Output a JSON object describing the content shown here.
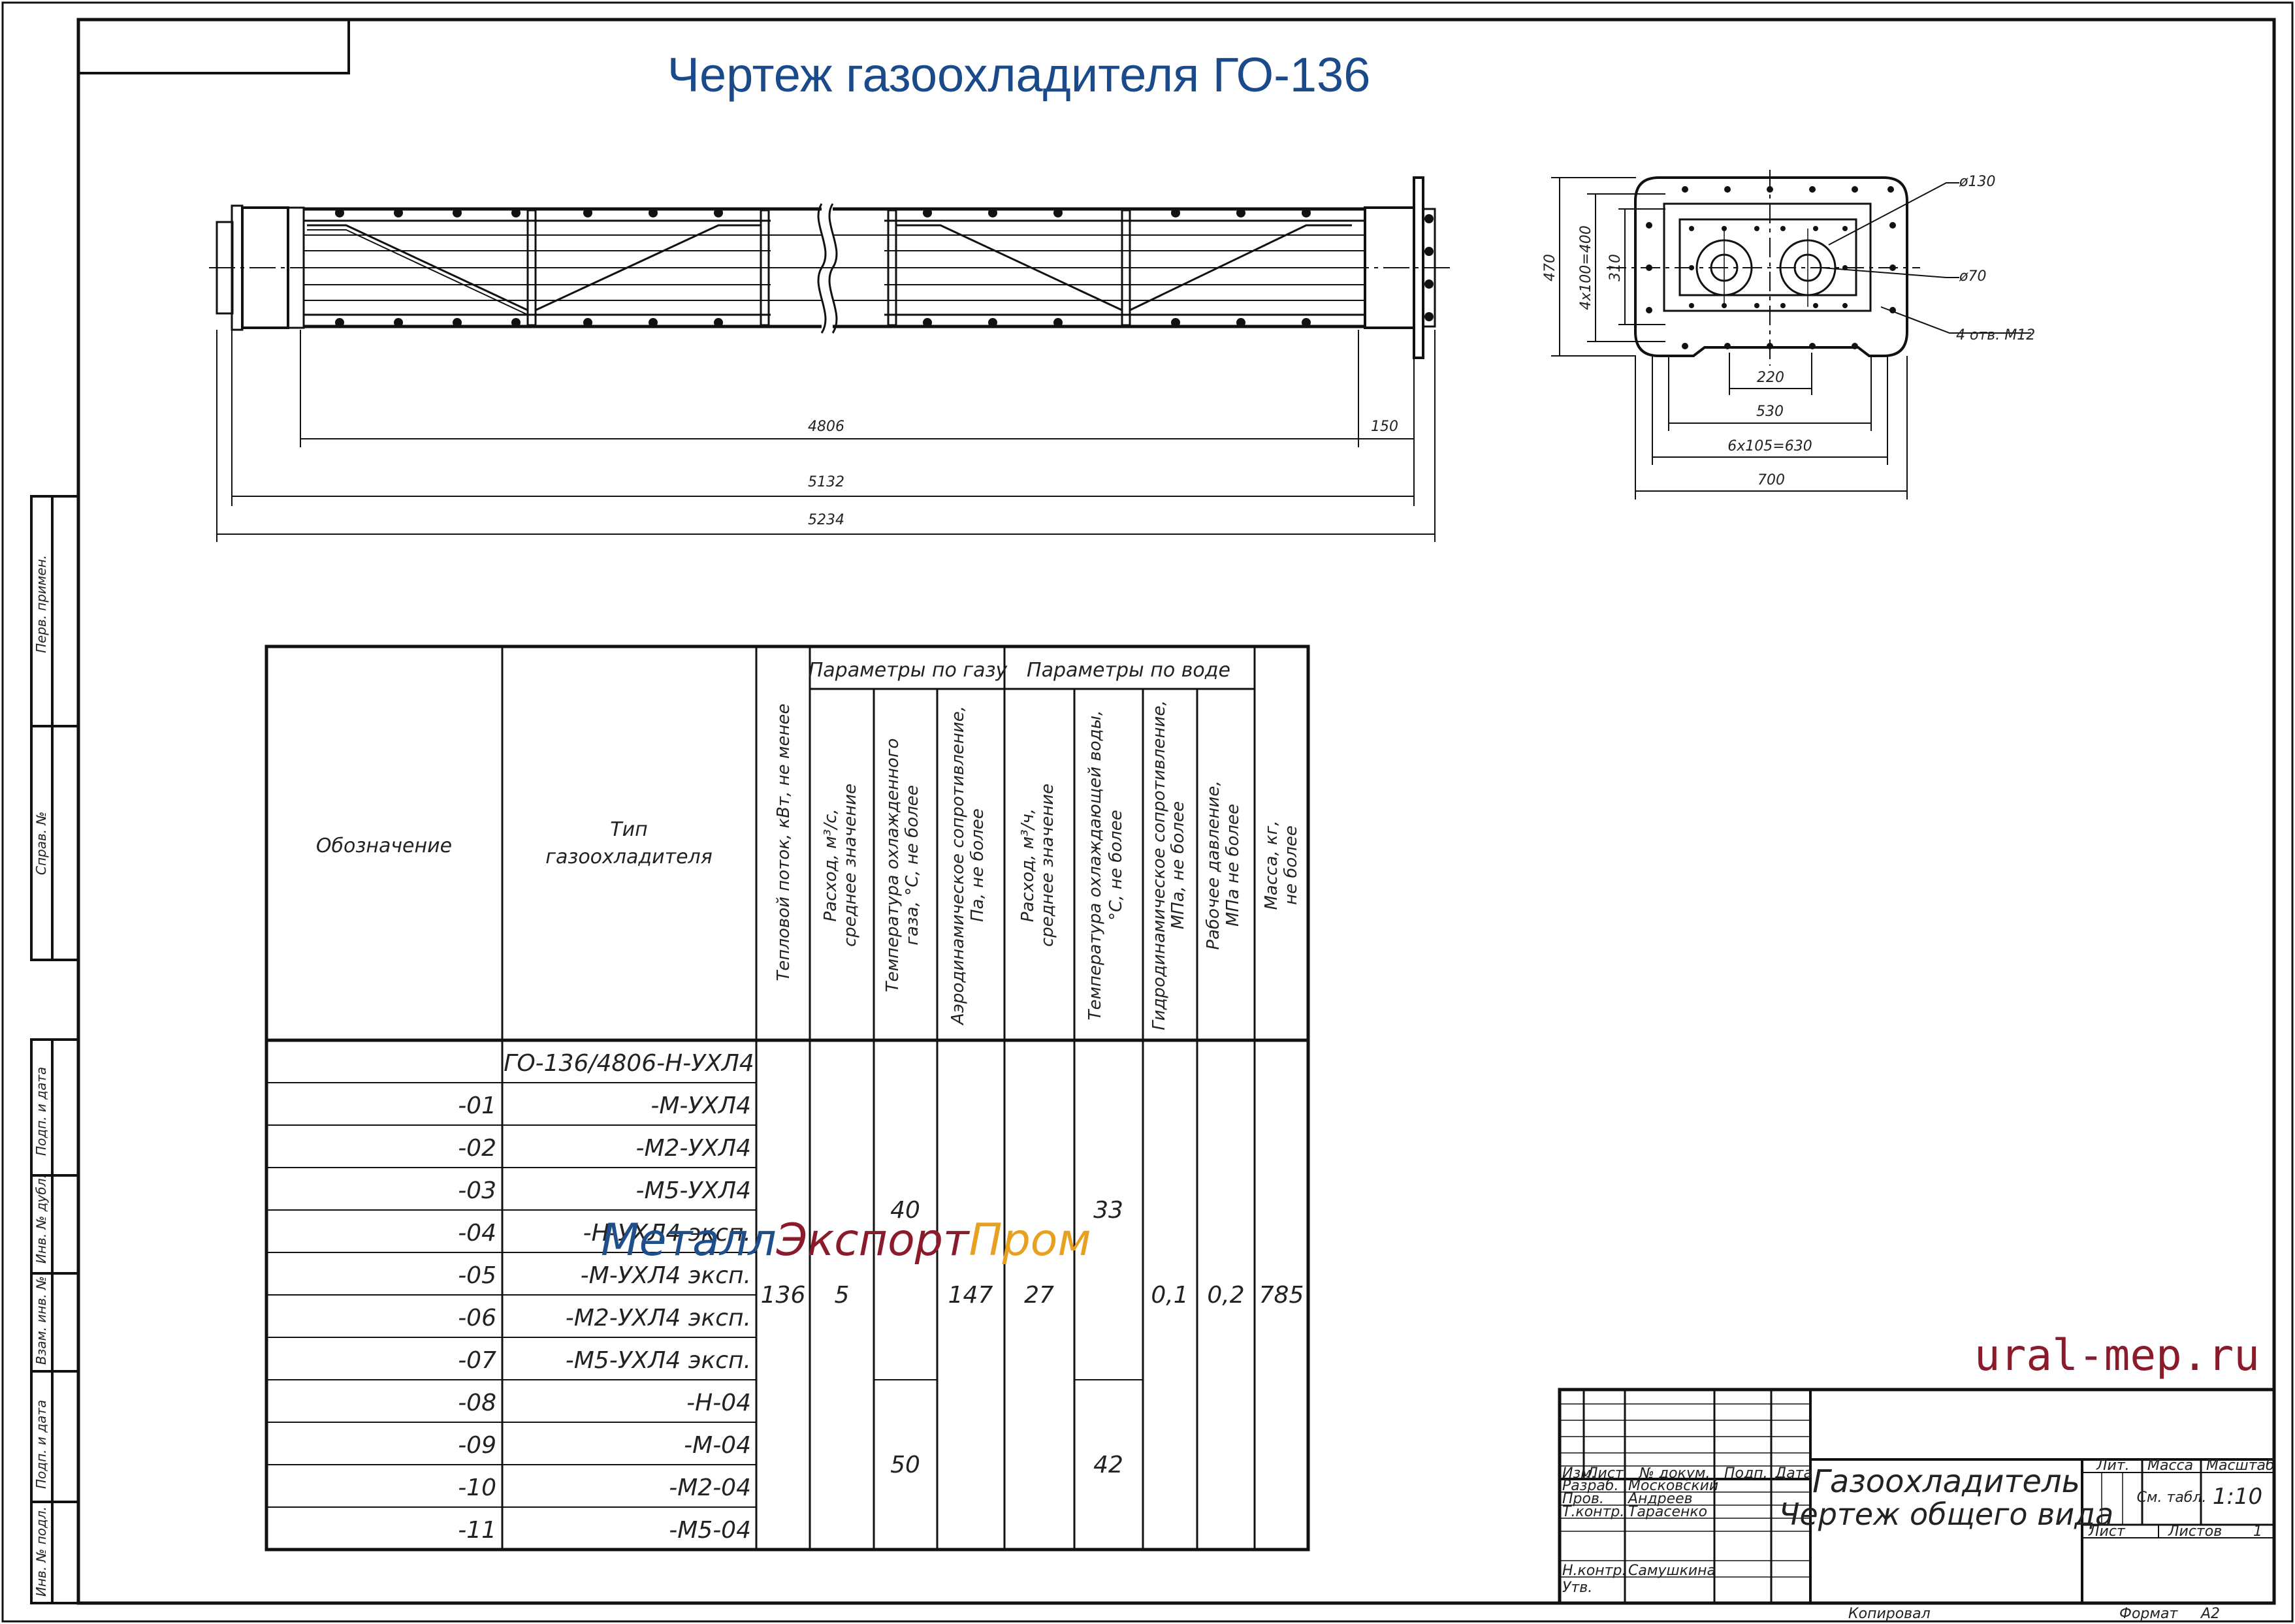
{
  "title": "Чертеж газоохладителя ГО-136",
  "colors": {
    "title": "#1a4a8a",
    "line": "#111111",
    "watermark_blue": "#1f4e8c",
    "watermark_red": "#8b1a2a",
    "watermark_orange": "#e8a020",
    "site": "#8b1a2a"
  },
  "front_view": {
    "dims": {
      "d1": "4806",
      "d2": "150",
      "d3": "5132",
      "d4": "5234"
    }
  },
  "side_view": {
    "labels": {
      "d130": "ø130",
      "d70": "ø70",
      "holes": "4 отв. М12"
    },
    "dims": {
      "h470": "470",
      "h400": "4x100=400",
      "h310": "310",
      "w220": "220",
      "w530": "530",
      "w630": "6x105=630",
      "w700": "700"
    }
  },
  "side_stamp": [
    "Перв. примен.",
    "Справ. №",
    "Подп. и дата",
    "Инв. № дубл.",
    "Взам. инв. №",
    "Подп. и дата",
    "Инв. № подл."
  ],
  "table": {
    "headers": {
      "designation": "Обозначение",
      "type_l1": "Тип",
      "type_l2": "газоохладителя",
      "heat": "Тепловой поток, кВт, не менее",
      "gas_group": "Параметры по газу",
      "water_group": "Параметры по воде",
      "gas_flow_l1": "Расход, м³/с,",
      "gas_flow_l2": "среднее значение",
      "gas_temp_l1": "Температура охлажденного",
      "gas_temp_l2": "газа, °С, не более",
      "aero_l1": "Аэродинамическое сопротивление,",
      "aero_l2": "Па, не более",
      "water_flow_l1": "Расход, м³/ч,",
      "water_flow_l2": "среднее значение",
      "water_temp_l1": "Температура охлаждающей воды,",
      "water_temp_l2": "°С, не более",
      "hydro_l1": "Гидродинамическое сопротивление,",
      "hydro_l2": "МПа, не более",
      "press_l1": "Рабочее давление,",
      "press_l2": "МПа не более",
      "mass_l1": "Масса, кг,",
      "mass_l2": "не более"
    },
    "rows": [
      {
        "designation": "",
        "type": "ГО-136/4806-Н-УХЛ4"
      },
      {
        "designation": "-01",
        "type": "-М-УХЛ4"
      },
      {
        "designation": "-02",
        "type": "-М2-УХЛ4"
      },
      {
        "designation": "-03",
        "type": "-М5-УХЛ4"
      },
      {
        "designation": "-04",
        "type": "-Н-УХЛ4 эксп."
      },
      {
        "designation": "-05",
        "type": "-М-УХЛ4 эксп."
      },
      {
        "designation": "-06",
        "type": "-М2-УХЛ4 эксп."
      },
      {
        "designation": "-07",
        "type": "-М5-УХЛ4 эксп."
      },
      {
        "designation": "-08",
        "type": "-Н-04"
      },
      {
        "designation": "-09",
        "type": "-М-04"
      },
      {
        "designation": "-10",
        "type": "-М2-04"
      },
      {
        "designation": "-11",
        "type": "-М5-04"
      }
    ],
    "values": {
      "heat": "136",
      "gas_flow": "5",
      "gas_temp_a": "40",
      "gas_temp_b": "50",
      "aero": "147",
      "water_flow": "27",
      "water_temp_a": "33",
      "water_temp_b": "42",
      "hydro": "0,1",
      "pressure": "0,2",
      "mass": "785"
    }
  },
  "watermark": {
    "part1": "Металл",
    "part2": "Экспорт",
    "part3": "Пром"
  },
  "site": "ural-mep.ru",
  "title_block": {
    "cols": {
      "izm": "Изм.",
      "list": "Лист",
      "doc": "№ докум.",
      "sign": "Подп.",
      "date": "Дата"
    },
    "roles": {
      "razrab": "Разраб.",
      "prov": "Пров.",
      "tkontr": "Т.контр.",
      "nkontr": "Н.контр.",
      "utv": "Утв."
    },
    "names": {
      "razrab": "Московский",
      "prov": "Андреев",
      "tkontr": "Тарасенко",
      "nkontr": "Самушкина"
    },
    "name_l1": "Газоохладитель",
    "name_l2": "Чертеж общего вида",
    "lit": "Лит.",
    "massa": "Масса",
    "masshtab": "Масштаб",
    "massa_val": "См. табл.",
    "scale_val": "1:10",
    "sheet": "Лист",
    "sheets": "Листов",
    "sheets_val": "1",
    "copied": "Копировал",
    "format": "Формат",
    "format_val": "А2"
  }
}
